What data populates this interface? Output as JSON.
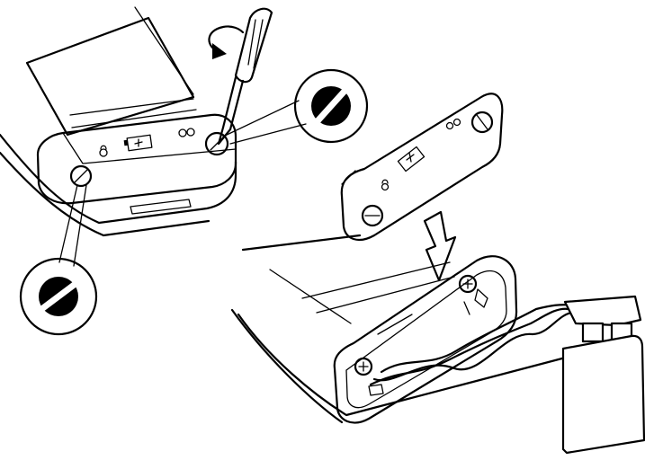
{
  "figure": {
    "description_text": "",
    "steps": [
      {
        "id": "step-1",
        "action": "unscrew-cover"
      },
      {
        "id": "step-2",
        "action": "remove-cover-replace-battery"
      }
    ],
    "icons": [
      "screwdriver-icon",
      "rotate-arrow-icon",
      "screw-icon",
      "battery-icon",
      "lock-icon",
      "unlock-icon",
      "down-arrow-icon",
      "battery-9v-icon"
    ],
    "colors": {
      "ink": "#000000",
      "paper": "#ffffff"
    }
  }
}
